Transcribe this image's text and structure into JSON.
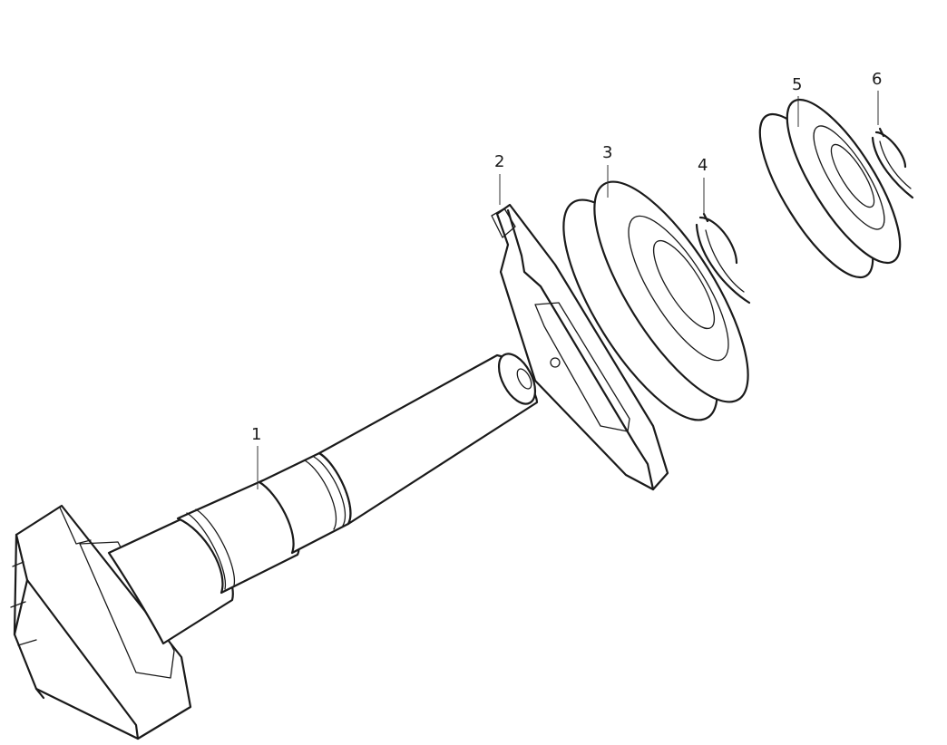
{
  "diagram": {
    "parts": [
      {
        "id": "part-1",
        "label": "1",
        "name": "shaft"
      },
      {
        "id": "part-2",
        "label": "2",
        "name": "flange-plate"
      },
      {
        "id": "part-3",
        "label": "3",
        "name": "bearing"
      },
      {
        "id": "part-4",
        "label": "4",
        "name": "retaining-ring"
      },
      {
        "id": "part-5",
        "label": "5",
        "name": "bearing"
      },
      {
        "id": "part-6",
        "label": "6",
        "name": "retaining-ring"
      }
    ]
  }
}
